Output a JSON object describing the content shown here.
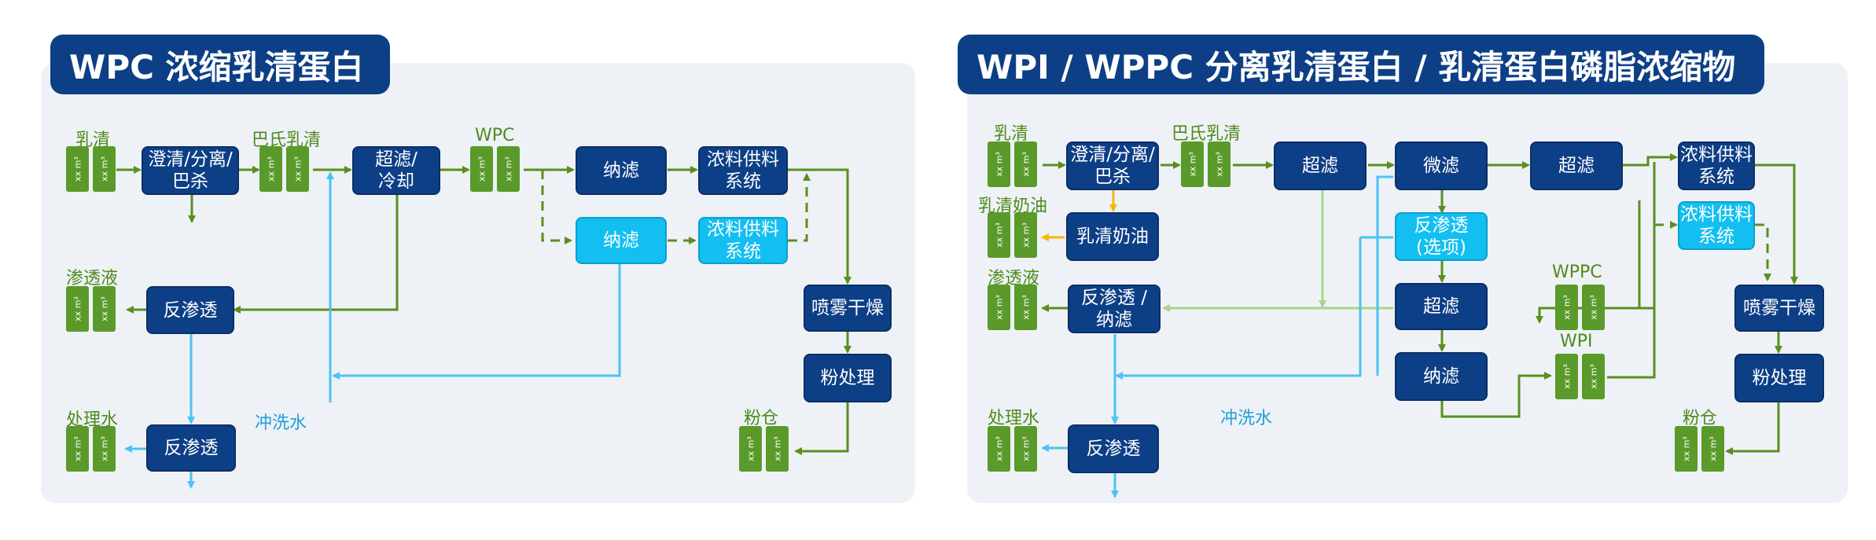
{
  "wpc": {
    "title": "WPC 浓缩乳清蛋白",
    "labels": {
      "whey": "乳清",
      "pasteurized": "巴氏乳清",
      "wpc": "WPC",
      "permeate": "渗透液",
      "treated_water": "处理水",
      "cip": "冲洗水",
      "powder_silo": "粉仓"
    },
    "nodes": {
      "clarify": "澄清/分离/\n巴杀",
      "uf_cool": "超滤/\n冷却",
      "nf1": "纳滤",
      "feed1": "浓料供料\n系统",
      "nf2": "纳滤",
      "feed2": "浓料供料\n系统",
      "ro1": "反渗透",
      "ro2": "反渗透",
      "spray": "喷雾干燥",
      "powder": "粉处理"
    }
  },
  "wpi": {
    "title": "WPI / WPPC 分离乳清蛋白 / 乳清蛋白磷脂浓缩物",
    "labels": {
      "whey": "乳清",
      "pasteurized": "巴氏乳清",
      "whey_cream": "乳清奶油",
      "permeate": "渗透液",
      "treated_water": "处理水",
      "cip": "冲洗水",
      "wppc": "WPPC",
      "wpi": "WPI",
      "powder_silo": "粉仓"
    },
    "nodes": {
      "clarify": "澄清/分离/\n巴杀",
      "cream": "乳清奶油",
      "uf1": "超滤",
      "mf": "微滤",
      "uf2": "超滤",
      "ro_opt": "反渗透\n(选项)",
      "uf3": "超滤",
      "nf": "纳滤",
      "ronf": "反渗透 /\n纳滤",
      "ro": "反渗透",
      "feed1": "浓料供料\n系统",
      "feed2": "浓料供料\n系统",
      "spray": "喷雾干燥",
      "powder": "粉处理"
    }
  },
  "tank_text": "xx m³",
  "colors": {
    "navy": "#0d3f86",
    "cyan": "#13bff0",
    "green": "#5a9a2a",
    "line_green": "#5a8f1f",
    "line_cyan": "#4cc3f2",
    "line_light_green": "#a8d68a",
    "orange": "#f5b800"
  }
}
